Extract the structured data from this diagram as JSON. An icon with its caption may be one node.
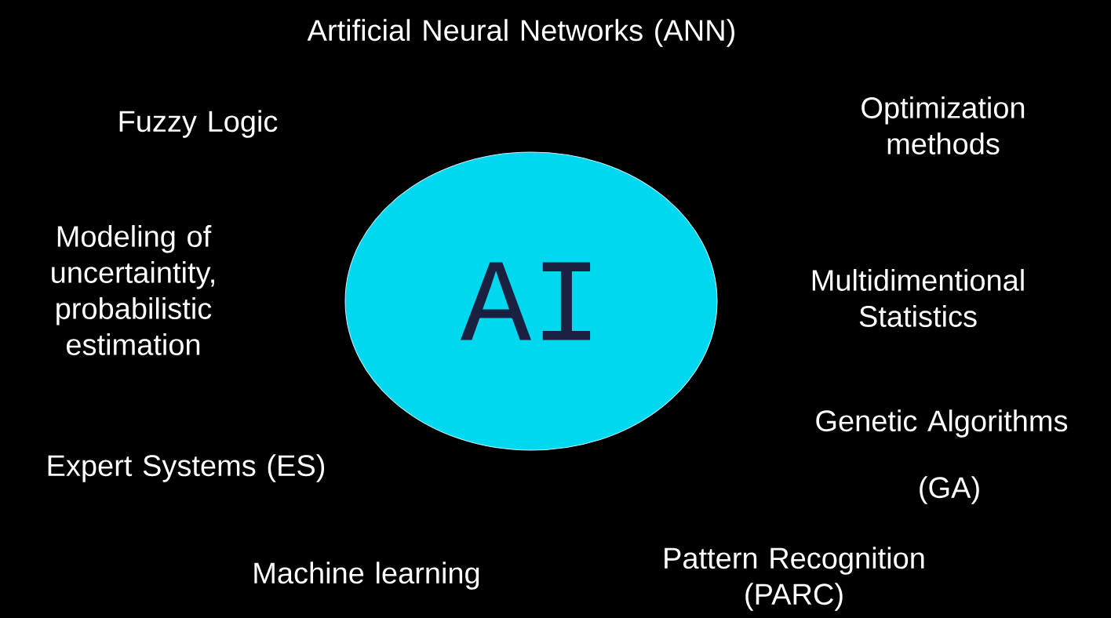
{
  "diagram": {
    "nodes": [
      {
        "text": [
          "AI"
        ]
      }
    ],
    "edges": [],
    "labels": [
      "Artificial Neural Networks (ANN)",
      "Fuzzy Logic",
      "Optimization methods",
      "Modeling of uncertaintity, probabilistic estimation",
      "Multidimentional Statistics",
      "Genetic Algorithms",
      "Expert Systems (ES)",
      "(GA)",
      "Machine learning",
      "Pattern Recognition (PARC)"
    ]
  }
}
